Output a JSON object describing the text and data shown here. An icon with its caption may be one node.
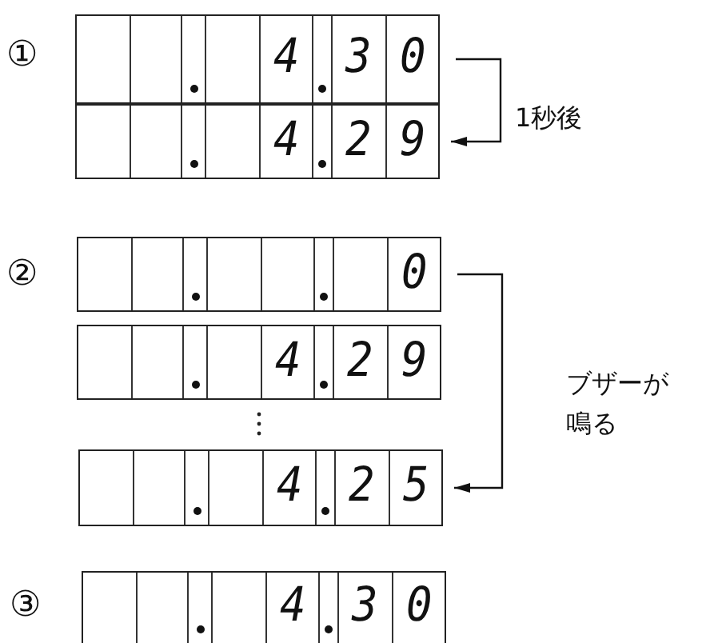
{
  "diagram": {
    "nodes": [
      {
        "text": [
          "4",
          "3",
          "0"
        ]
      },
      {
        "text": [
          "4",
          "2",
          "9"
        ]
      },
      {
        "text": [
          "0"
        ]
      },
      {
        "text": [
          "4",
          "2",
          "9"
        ]
      },
      {
        "text": [
          "4",
          "2",
          "5"
        ]
      },
      {
        "text": [
          "4",
          "3",
          "0"
        ]
      }
    ],
    "edges": [
      {
        "from": 0,
        "to": 1,
        "arrow": "to",
        "label": "1秒後"
      },
      {
        "from": 2,
        "to": 4,
        "arrow": "to",
        "label": "ブザーが鳴る"
      }
    ],
    "labels": [
      "①",
      "②",
      "③"
    ]
  }
}
